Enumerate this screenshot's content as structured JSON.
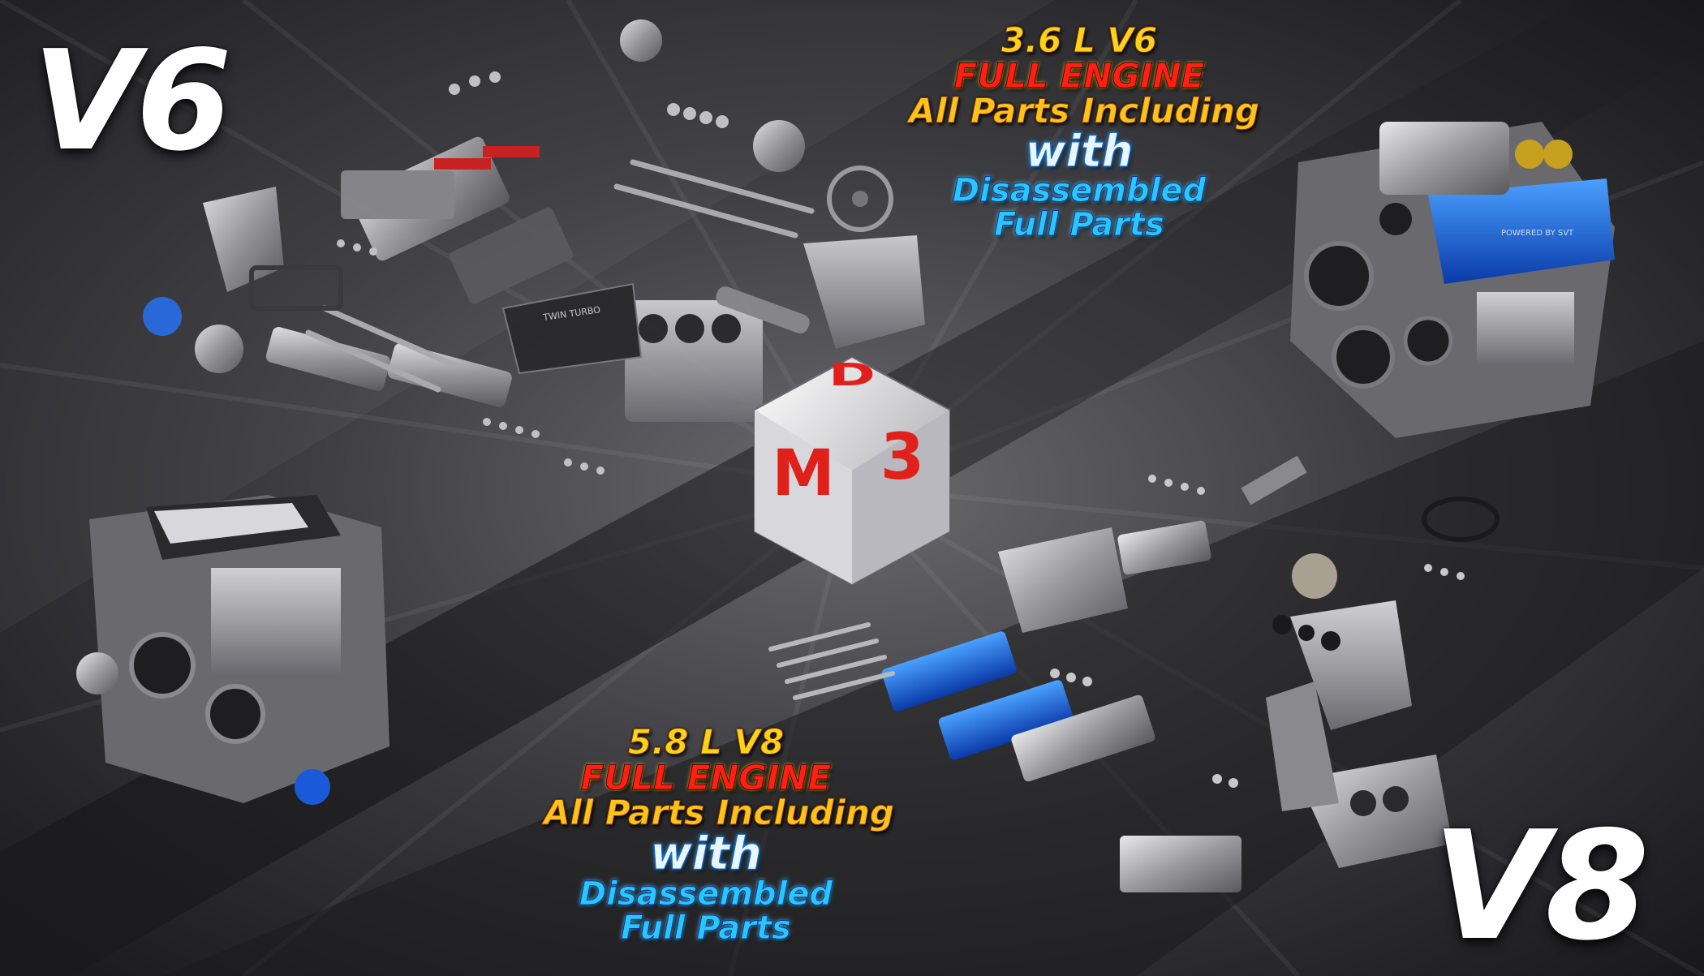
{
  "labels": {
    "v6": "V6",
    "v8": "V8"
  },
  "v6_caption": {
    "line1": "3.6 L V6",
    "line2": "FULL ENGINE",
    "line3": "All Parts Including",
    "line4": "with",
    "line5": "Disassembled",
    "line6": "Full Parts"
  },
  "v8_caption": {
    "line1": "5.8 L V8",
    "line2": "FULL ENGINE",
    "line3": "All Parts Including",
    "line4": "with",
    "line5": "Disassembled",
    "line6": "Full Parts"
  },
  "logo": {
    "letters": [
      "M",
      "3",
      "D"
    ]
  },
  "engine_markings": {
    "v6_cover": "TWIN TURBO",
    "v8_cover": "POWERED BY SVT"
  },
  "colors": {
    "background": "#2a2a2c",
    "caption_yellow": "#ffd21a",
    "caption_red": "#ff1f14",
    "caption_blue": "#2ac6ff",
    "logo_red": "#e0201a",
    "v8_valve_cover_blue": "#1a6ae0",
    "turbo_inlet_blue": "#1a5ad8"
  }
}
